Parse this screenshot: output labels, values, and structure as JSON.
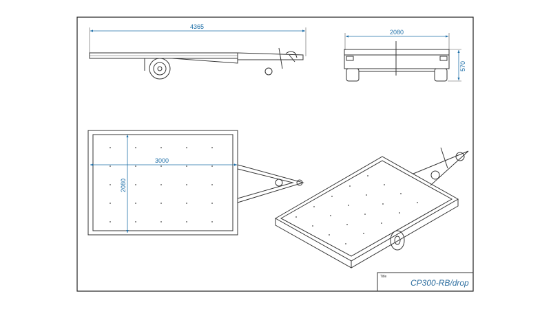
{
  "drawing": {
    "title_label": "Title",
    "title_value": "CP300-RB/drop",
    "dimensions": {
      "side_length": "4365",
      "rear_width": "2080",
      "rear_height": "570",
      "top_length": "3000",
      "top_width": "2080"
    }
  }
}
